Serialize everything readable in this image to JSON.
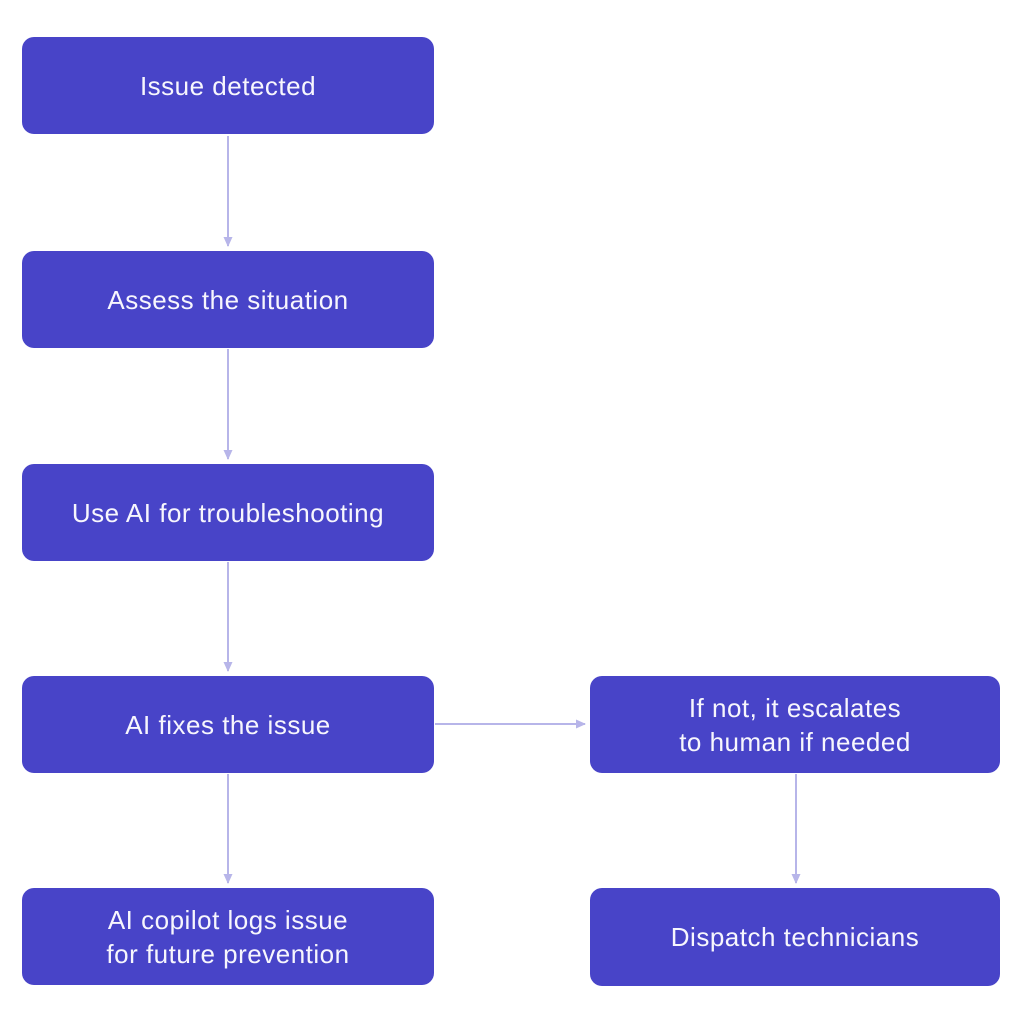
{
  "diagram": {
    "type": "flowchart",
    "nodes": [
      {
        "id": "issue-detected",
        "label": "Issue detected"
      },
      {
        "id": "assess-situation",
        "label": "Assess the situation"
      },
      {
        "id": "use-ai-troubleshooting",
        "label": "Use AI for troubleshooting"
      },
      {
        "id": "ai-fixes-issue",
        "label": "AI fixes the issue"
      },
      {
        "id": "escalates-to-human",
        "label": "If not, it escalates\nto human if needed"
      },
      {
        "id": "ai-copilot-logs",
        "label": "AI copilot logs issue\nfor future prevention"
      },
      {
        "id": "dispatch-technicians",
        "label": "Dispatch technicians"
      }
    ],
    "edges": [
      {
        "from": "issue-detected",
        "to": "assess-situation"
      },
      {
        "from": "assess-situation",
        "to": "use-ai-troubleshooting"
      },
      {
        "from": "use-ai-troubleshooting",
        "to": "ai-fixes-issue"
      },
      {
        "from": "ai-fixes-issue",
        "to": "ai-copilot-logs"
      },
      {
        "from": "ai-fixes-issue",
        "to": "escalates-to-human"
      },
      {
        "from": "escalates-to-human",
        "to": "dispatch-technicians"
      }
    ],
    "colors": {
      "node_fill": "#4844c8",
      "node_text": "#f7f6fd",
      "connector": "#b7b5e9",
      "background": "#ffffff"
    }
  }
}
